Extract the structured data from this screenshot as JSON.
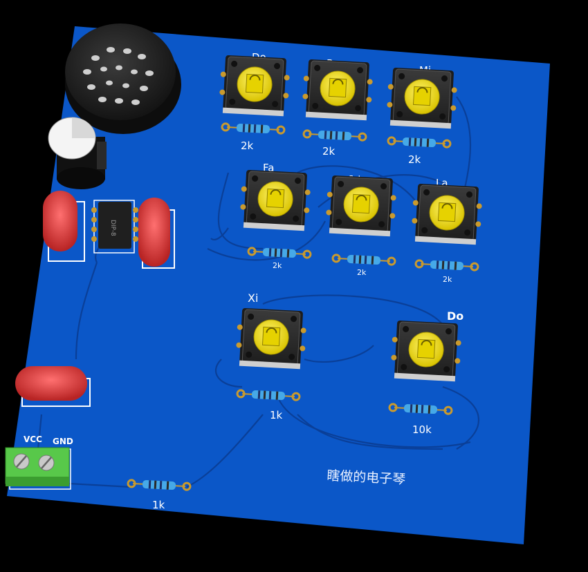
{
  "board": {
    "title": "瞎做的电子琴",
    "colors": {
      "pcb": "#0b57c8",
      "trace": "#0a3f98",
      "silk": "#ffffff",
      "keycap": "#f2df00",
      "switch_body": "#2c2c2c",
      "capacitor": "#d93838",
      "terminal": "#5ad04a",
      "pad": "#c99a2e"
    },
    "keys": [
      {
        "label": "Do",
        "resistor": "2k"
      },
      {
        "label": "Re",
        "resistor": "2k"
      },
      {
        "label": "Mi",
        "resistor": "2k"
      },
      {
        "label": "Fa",
        "resistor": "2k"
      },
      {
        "label": "Sol",
        "resistor": "2k"
      },
      {
        "label": "La",
        "resistor": "2k"
      },
      {
        "label": "Xi",
        "resistor": "1k"
      },
      {
        "label": "Do",
        "resistor": "10k"
      }
    ],
    "ic_label": "DIP-8",
    "power": {
      "vcc": "VCC",
      "gnd": "GND"
    },
    "bottom_resistor": "1k",
    "components": {
      "buzzer": "buzzer-icon",
      "electrolytic": "electrolytic-capacitor-icon",
      "ceramic_caps": "capacitor-icon"
    }
  }
}
